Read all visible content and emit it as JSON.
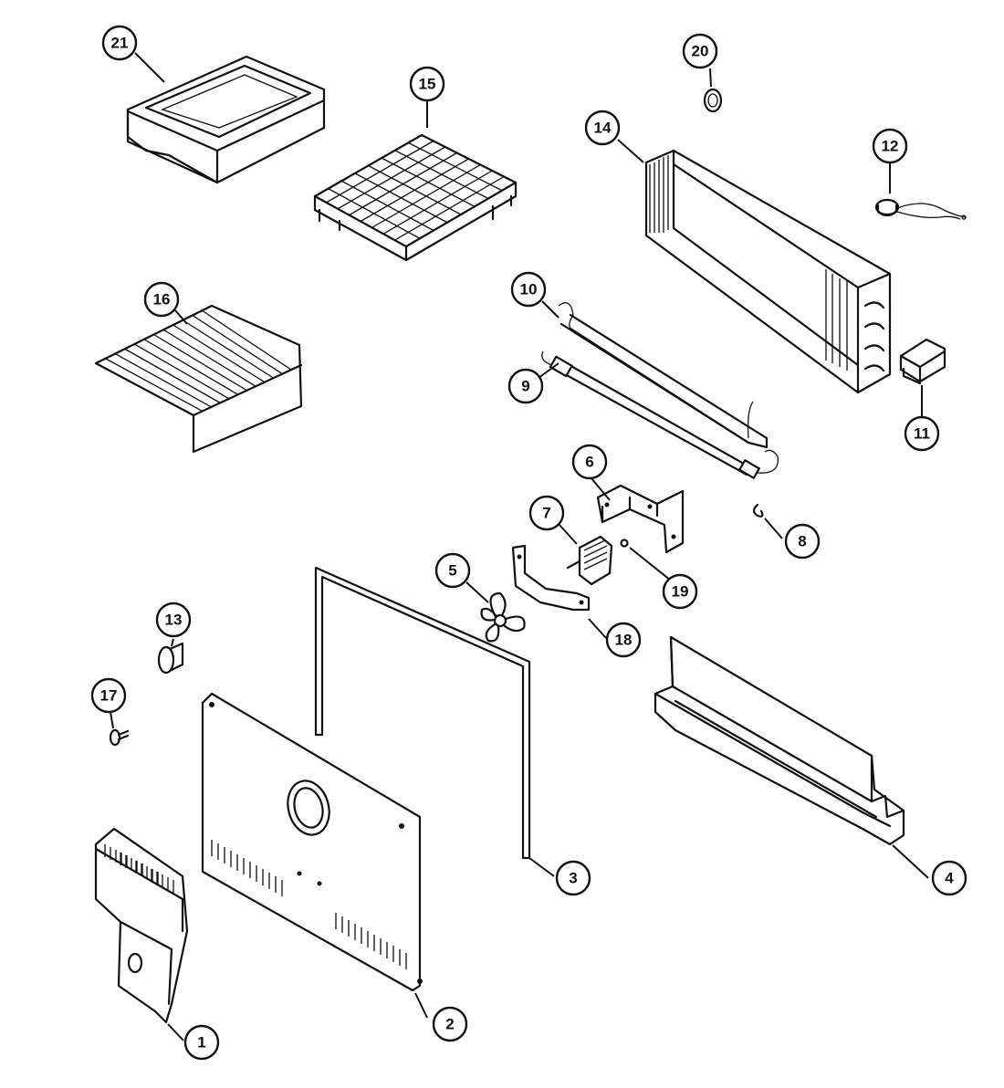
{
  "callouts": [
    {
      "id": "1",
      "name": "callout-1"
    },
    {
      "id": "2",
      "name": "callout-2"
    },
    {
      "id": "3",
      "name": "callout-3"
    },
    {
      "id": "4",
      "name": "callout-4"
    },
    {
      "id": "5",
      "name": "callout-5"
    },
    {
      "id": "6",
      "name": "callout-6"
    },
    {
      "id": "7",
      "name": "callout-7"
    },
    {
      "id": "8",
      "name": "callout-8"
    },
    {
      "id": "9",
      "name": "callout-9"
    },
    {
      "id": "10",
      "name": "callout-10"
    },
    {
      "id": "11",
      "name": "callout-11"
    },
    {
      "id": "12",
      "name": "callout-12"
    },
    {
      "id": "13",
      "name": "callout-13"
    },
    {
      "id": "14",
      "name": "callout-14"
    },
    {
      "id": "15",
      "name": "callout-15"
    },
    {
      "id": "16",
      "name": "callout-16"
    },
    {
      "id": "17",
      "name": "callout-17"
    },
    {
      "id": "18",
      "name": "callout-18"
    },
    {
      "id": "19",
      "name": "callout-19"
    },
    {
      "id": "20",
      "name": "callout-20"
    },
    {
      "id": "21",
      "name": "callout-21"
    }
  ],
  "colors": {
    "line": "#111111",
    "background": "#ffffff"
  }
}
